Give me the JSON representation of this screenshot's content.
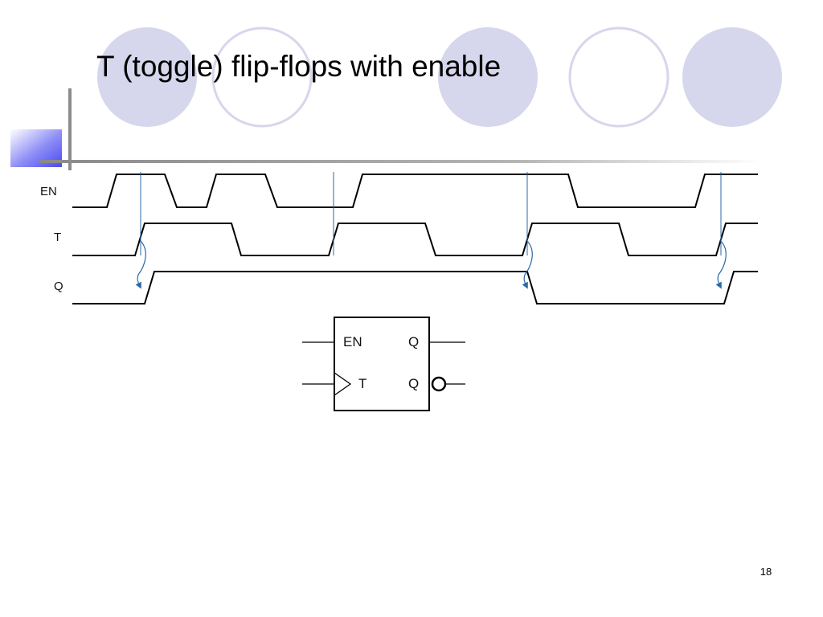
{
  "slide": {
    "title": "T (toggle) flip-flops with enable",
    "page_number": "18"
  },
  "timing_diagram": {
    "signals": [
      {
        "label": "EN"
      },
      {
        "label": "T"
      },
      {
        "label": "Q"
      }
    ]
  },
  "flip_flop": {
    "inputs": [
      "EN",
      "T"
    ],
    "outputs": [
      "Q",
      "Q"
    ]
  },
  "colors": {
    "circle_fill": "#d6d6ec",
    "circle_stroke": "#d6d6ec",
    "accent_square": "#6f6ff2",
    "marker_line": "#2b6aa8",
    "wire": "#000000"
  }
}
